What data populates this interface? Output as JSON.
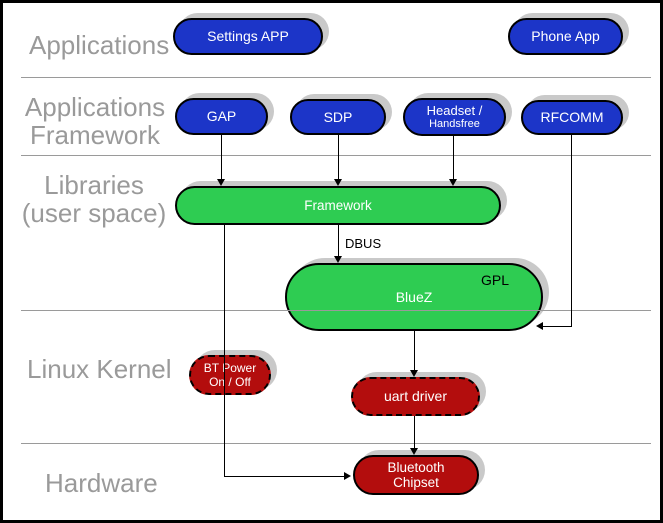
{
  "layers": {
    "applications": "Applications",
    "applications_framework_line1": "Applications",
    "applications_framework_line2": "Framework",
    "libraries_line1": "Libraries",
    "libraries_line2": "(user space)",
    "linux_kernel": "Linux Kernel",
    "hardware": "Hardware"
  },
  "nodes": {
    "settings_app": "Settings APP",
    "phone_app": "Phone App",
    "gap": "GAP",
    "sdp": "SDP",
    "headset_line1": "Headset /",
    "headset_line2": "Handsfree",
    "rfcomm": "RFCOMM",
    "framework": "Framework",
    "bluez": "BlueZ",
    "gpl_note": "GPL",
    "bt_power_line1": "BT Power",
    "bt_power_line2": "On / Off",
    "uart_driver": "uart driver",
    "bt_chipset_line1": "Bluetooth",
    "bt_chipset_line2": "Chipset"
  },
  "edges": {
    "dbus_label": "DBUS",
    "connections": [
      {
        "from": "GAP",
        "to": "Framework"
      },
      {
        "from": "SDP",
        "to": "Framework"
      },
      {
        "from": "Headset / Handsfree",
        "to": "Framework"
      },
      {
        "from": "RFCOMM",
        "to": "BlueZ"
      },
      {
        "from": "Framework",
        "to": "BlueZ",
        "label": "DBUS"
      },
      {
        "from": "Framework",
        "to": "Bluetooth Chipset"
      },
      {
        "from": "BlueZ",
        "to": "uart driver"
      },
      {
        "from": "uart driver",
        "to": "Bluetooth Chipset"
      }
    ]
  },
  "colors": {
    "app_bubble": "#1c35c8",
    "library_bubble": "#2ecc52",
    "kernel_bubble": "#b30d0d",
    "bubble_text": "#ffffff",
    "layer_label": "#9a9a9a",
    "separator": "#9a9a9a",
    "shadow": "#c9c9c9",
    "connector": "#000000"
  }
}
